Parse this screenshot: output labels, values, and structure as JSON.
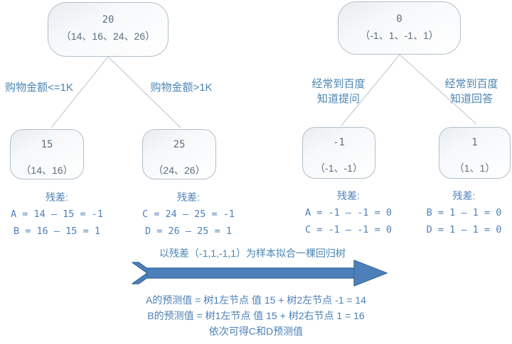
{
  "colors": {
    "node_border": "#b3bfc9",
    "node_text": "#5d6f7e",
    "edge_label_text": "#4b86b2",
    "equation_text": "#4d81b9",
    "connector_line": "#ccd3d8",
    "arrow_fill": "#4d80bb",
    "arrow_stroke": "#3c6e9f",
    "background": "#ffffff"
  },
  "tree1": {
    "root": {
      "value": "20",
      "samples": "（14、16、24、26）"
    },
    "left_edge_label": "购物金额<=1K",
    "right_edge_label": "购物金额>1K",
    "left_leaf": {
      "value": "15",
      "samples": "（14、16）"
    },
    "right_leaf": {
      "value": "25",
      "samples": "（24、26）"
    },
    "left_residual": {
      "title": "残差:",
      "lines": [
        "A = 14 – 15 = -1",
        "B = 16 – 15 = 1"
      ]
    },
    "right_residual": {
      "title": "残差:",
      "lines": [
        "C = 24 – 25 = -1",
        "D = 26 – 25 = 1"
      ]
    }
  },
  "tree2": {
    "root": {
      "value": "0",
      "samples": "（-1、1、-1、1）"
    },
    "left_edge_label_line1": "经常到百度",
    "left_edge_label_line2": "知道提问",
    "right_edge_label_line1": "经常到百度",
    "right_edge_label_line2": "知道回答",
    "left_leaf": {
      "value": "-1",
      "samples": "（-1、-1）"
    },
    "right_leaf": {
      "value": "1",
      "samples": "（1、1）"
    },
    "left_residual": {
      "title": "残差:",
      "lines": [
        "A = -1 – -1 = 0",
        "C = -1 – -1 = 0"
      ]
    },
    "right_residual": {
      "title": "残差:",
      "lines": [
        "B = 1 – 1 = 0",
        "D = 1 – 1 = 0"
      ]
    }
  },
  "arrow": {
    "label": "以残差（-1,1,-1,1）为样本拟合一棵回归树"
  },
  "conclusion": {
    "lines": [
      "A的预测值 = 树1左节点 值 15 + 树2左节点 -1 = 14",
      "B的预测值 = 树1左节点 值 15 + 树2右节点 1 = 16",
      "依次可得C和D预测值"
    ]
  }
}
